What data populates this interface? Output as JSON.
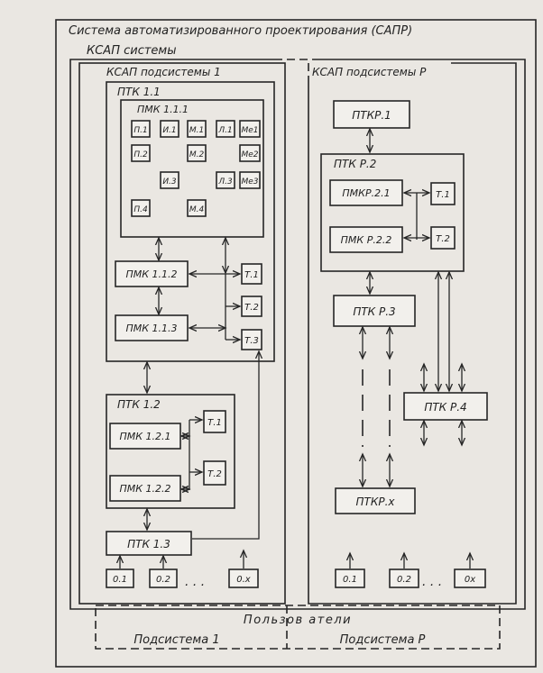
{
  "title": "Система автоматизированного проектирования (САПР)",
  "ksap_system": "КСАП системы",
  "sub1": {
    "ksap": "КСАП подсистемы 1",
    "ptk11": {
      "label": "ПТК 1.1",
      "pmk111": {
        "label": "ПМК 1.1.1",
        "cells": [
          "П.1",
          "И.1",
          "М.1",
          "Л.1",
          "Ме1",
          "П.2",
          "М.2",
          "Ме2",
          "И.3",
          "Л.3",
          "Ме3",
          "П.4",
          "М.4"
        ]
      },
      "pmk112": "ПМК 1.1.2",
      "pmk113": "ПМК 1.1.3",
      "t1": "Т.1",
      "t2": "Т.2",
      "t3": "Т.3"
    },
    "ptk12": {
      "label": "ПТК 1.2",
      "pmk121": "ПМК 1.2.1",
      "pmk122": "ПМК 1.2.2",
      "t1": "Т.1",
      "t2": "Т.2"
    },
    "ptk13": "ПТК 1.3",
    "o1": "0.1",
    "o2": "0.2",
    "ellipsis": ". . .",
    "ox": "0.х"
  },
  "subP": {
    "ksap": "КСАП подсистемы Р",
    "ptkp1": "ПТКР.1",
    "ptkp2": {
      "label": "ПТК Р.2",
      "pmkp21": "ПМКР.2.1",
      "pmkp22": "ПМК Р.2.2",
      "t1": "Т.1",
      "t2": "Т.2"
    },
    "ptkp3": "ПТК Р.3",
    "ptkp4": "ПТК Р.4",
    "ptkpx": "ПТКР.х",
    "o1": "0.1",
    "o2": "0.2",
    "ellipsis": ". . .",
    "ox": "0х"
  },
  "users": {
    "label": "Пользов  атели",
    "sub1": "Подсистема 1",
    "subP": "Подсистема Р"
  }
}
